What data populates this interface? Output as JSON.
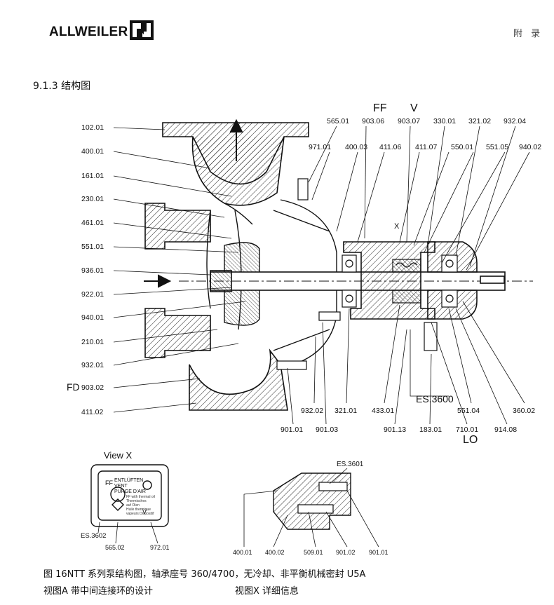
{
  "header": {
    "brand": "ALLWEILER",
    "corner_text": "附 录"
  },
  "section_title": "9.1.3 结构图",
  "left_labels": [
    "102.01",
    "400.01",
    "161.01",
    "230.01",
    "461.01",
    "551.01",
    "936.01",
    "922.01",
    "940.01",
    "210.01",
    "932.01",
    "903.02",
    "411.02"
  ],
  "fd_label": "FD",
  "ff_label": "FF",
  "v_label": "V",
  "x_label": "X",
  "top_labels": [
    "565.01",
    "903.06",
    "903.07",
    "330.01",
    "321.02",
    "932.04",
    "971.01",
    "400.03",
    "411.06",
    "411.07",
    "550.01",
    "551.05",
    "940.02"
  ],
  "bottom_labels": [
    "932.02",
    "321.01",
    "433.01",
    "551.04",
    "360.02",
    "901.01",
    "901.03",
    "901.13",
    "183.01",
    "710.01",
    "914.08"
  ],
  "es3600": "ES.3600",
  "lo_label": "LO",
  "view_x": {
    "title": "View X",
    "ff": "FF",
    "v": "V",
    "vent_lines": [
      "ENTLÜFTEN",
      "VENT",
      "PURGE D'AIR"
    ],
    "fine_lines": [
      "FF with thermal oil",
      "Thermisches",
      "auf Ölen",
      "Huile thermique",
      "vapeurs Dispositif"
    ],
    "es": "ES.3602",
    "parts": [
      "565.02",
      "972.01"
    ]
  },
  "detail": {
    "es": "ES.3601",
    "parts": [
      "400.01",
      "400.02",
      "509.01",
      "901.02",
      "901.01"
    ]
  },
  "caption": {
    "line1": "图 16NTT 系列泵结构图，轴承座号 360/4700，无冷却、非平衡机械密封 U5A",
    "line2a": "视图A 带中间连接环的设计",
    "line2b": "视图X 详细信息"
  }
}
